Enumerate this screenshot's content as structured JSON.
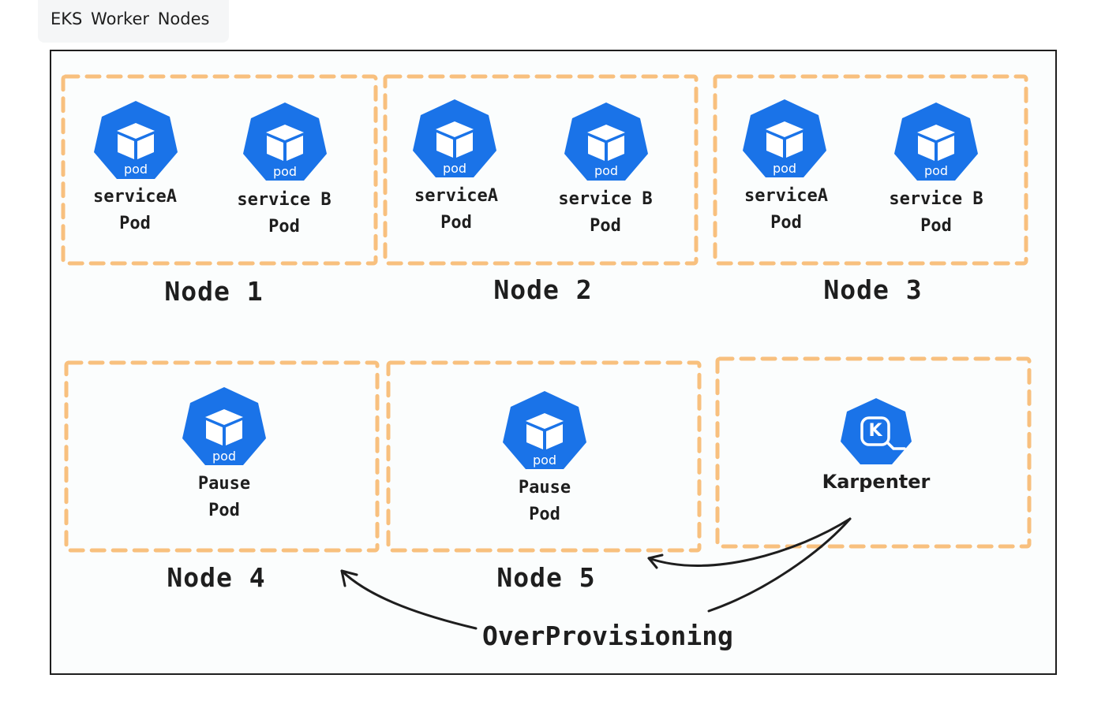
{
  "window": {
    "tab_title": "EKS  Worker  Nodes"
  },
  "nodes": [
    {
      "title": "Node 1"
    },
    {
      "title": "Node 2"
    },
    {
      "title": "Node 3"
    },
    {
      "title": "Node 4"
    },
    {
      "title": "Node 5"
    }
  ],
  "pods": {
    "icon_text": "pod",
    "serviceA": {
      "line1": "serviceA",
      "line2": "Pod"
    },
    "serviceB": {
      "line1": "service B",
      "line2": "Pod"
    },
    "pause": {
      "line1": "Pause",
      "line2": "Pod"
    }
  },
  "karpenter": {
    "label": "Karpenter",
    "icon_letter": "K"
  },
  "overprovisioning": {
    "label": "OverProvisioning"
  },
  "colors": {
    "pod_blue": "#1a73e8",
    "node_border": "#f8c07e",
    "frame_border": "#1e1e1e",
    "text": "#1e1e1e"
  }
}
